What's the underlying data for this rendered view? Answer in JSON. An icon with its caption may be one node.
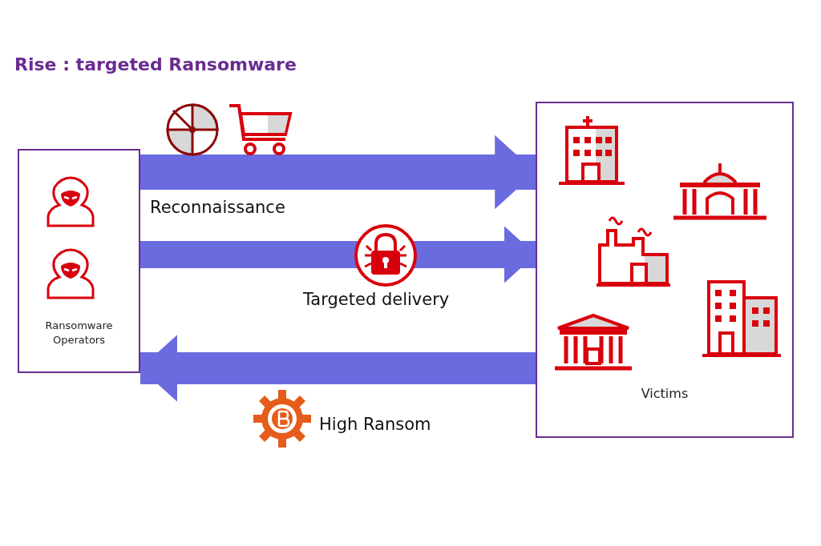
{
  "diagram": {
    "title": "Rise : targeted Ransomware",
    "nodes": [
      {
        "text": [
          "Ransomware Operators"
        ]
      },
      {
        "text": [
          "Victims"
        ]
      }
    ],
    "edges": [
      {
        "from": 0,
        "to": 1,
        "arrow": "to",
        "label": "Reconnaissance"
      },
      {
        "from": 0,
        "to": 1,
        "arrow": "to",
        "label": "Targeted delivery"
      },
      {
        "from": 1,
        "to": 0,
        "arrow": "to",
        "label": "High Ransom"
      }
    ]
  }
}
